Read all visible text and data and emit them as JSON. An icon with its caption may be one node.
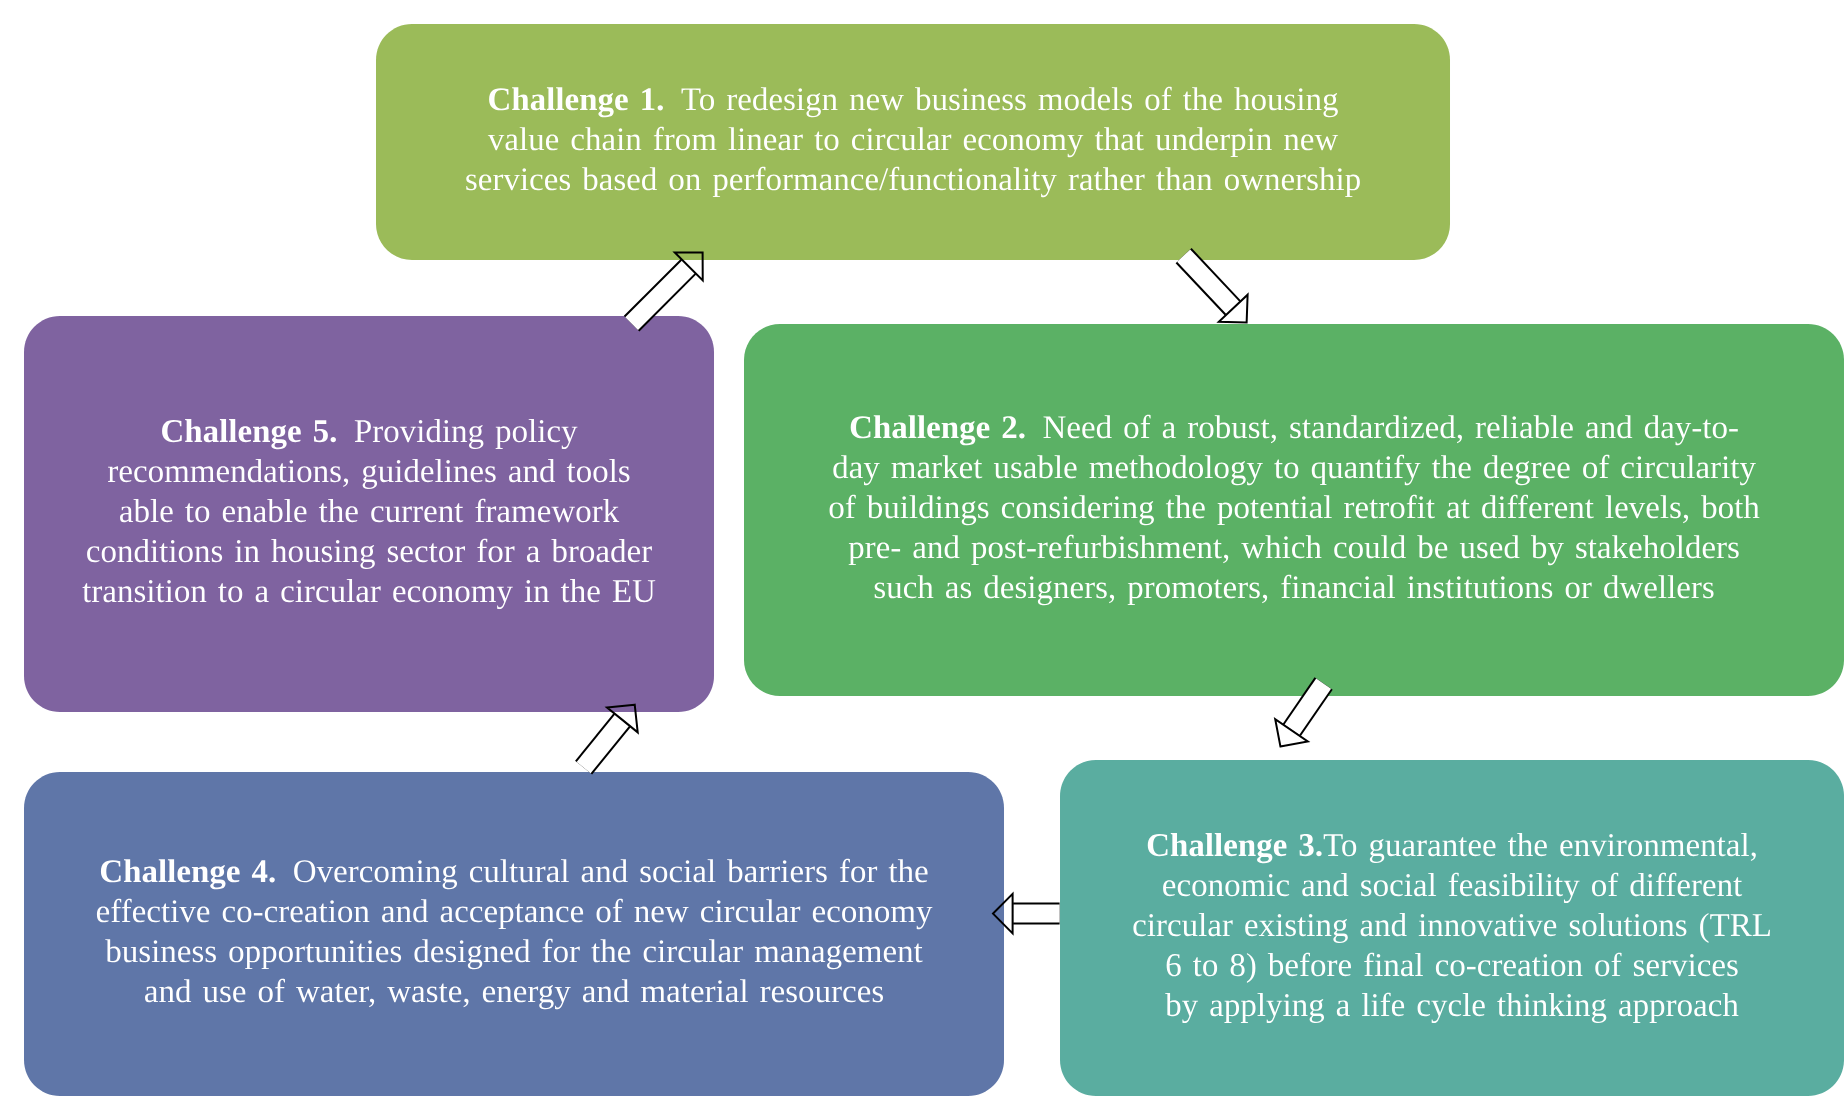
{
  "diagram": {
    "nodes": [
      {
        "text": [
          "**Challenge 1.** To redesign new business models of the housing value chain from linear to circular economy that underpin new services based on performance/functionality rather than ownership"
        ]
      },
      {
        "text": [
          "**Challenge 2.** Need of a robust, standardized, reliable and day-to-day market usable methodology to quantify the degree of circularity of buildings considering the potential retrofit at different levels, both pre- and post-refurbishment, which could be used by stakeholders such as designers, promoters, financial institutions or dwellers"
        ]
      },
      {
        "text": [
          "**Challenge 3.**To guarantee the environmental, economic and social feasibility of different circular existing and innovative solutions (TRL 6 to 8) before final co-creation of services by applying a life cycle thinking approach"
        ]
      },
      {
        "text": [
          "**Challenge 4.** Overcoming cultural and social barriers for the effective co-creation and acceptance of new circular economy business opportunities designed for the circular management and use of water, waste, energy and material resources"
        ]
      },
      {
        "text": [
          "**Challenge 5.** Providing policy recommendations, guidelines and tools able to enable the current framework conditions in housing sector for a broader transition to a circular economy in the EU"
        ]
      }
    ],
    "edges": [
      {
        "from": 0,
        "to": 1,
        "arrow": "to"
      },
      {
        "from": 1,
        "to": 2,
        "arrow": "to"
      },
      {
        "from": 2,
        "to": 3,
        "arrow": "to"
      },
      {
        "from": 3,
        "to": 4,
        "arrow": "to"
      },
      {
        "from": 4,
        "to": 0,
        "arrow": "to"
      }
    ]
  }
}
